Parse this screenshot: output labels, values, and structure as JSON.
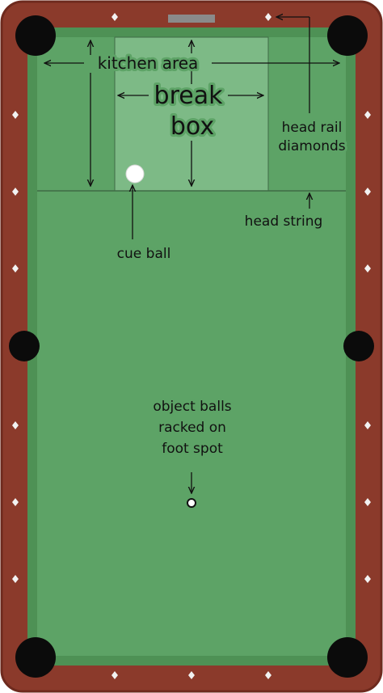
{
  "colors": {
    "rail": "#8B3A2B",
    "rail_edge": "#6E2A1E",
    "cushion": "#4E9155",
    "cloth": "#5DA366",
    "break_box": "#7DBA86",
    "pocket": "#0B0B0B",
    "diamond": "#F2F2F2",
    "line": "#3E6B45"
  },
  "labels": {
    "kitchen_area": "kitchen area",
    "break_line1": "break",
    "break_line2": "box",
    "head_rail_line1": "head rail",
    "head_rail_line2": "diamonds",
    "head_string": "head string",
    "cue_ball": "cue ball",
    "object_line1": "object balls",
    "object_line2": "racked on",
    "object_line3": "foot spot"
  },
  "icons": {
    "pockets": "pocket-icon",
    "diamonds": "diamond-icon",
    "balls": "ball-icon"
  }
}
